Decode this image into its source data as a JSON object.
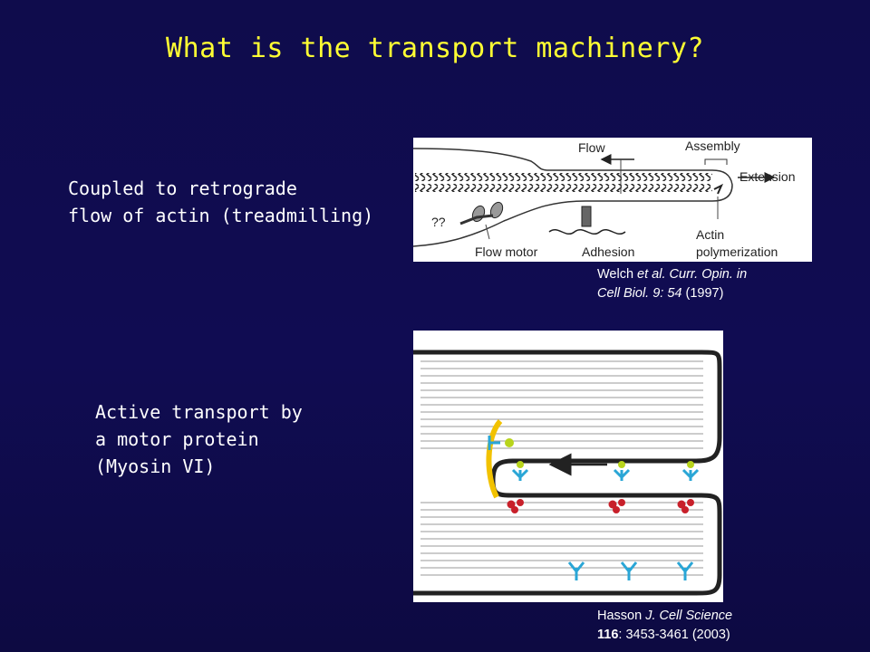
{
  "slide": {
    "title": "What is the transport machinery?",
    "text1": [
      "Coupled to retrograde",
      "flow of actin (treadmilling)"
    ],
    "text2": [
      "Active transport by",
      "a motor protein",
      "(Myosin VI)"
    ],
    "figure1": {
      "labels": {
        "flow": "Flow",
        "assembly": "Assembly",
        "extension": "Extension",
        "unknown": "??",
        "flow_motor": "Flow motor",
        "adhesion": "Adhesion",
        "actin": "Actin",
        "polymerization": "polymerization"
      }
    },
    "citation1": {
      "author": "Welch",
      "etal": " et al.",
      "journal_a": "  Curr. Opin. in",
      "journal_b": "Cell Biol. 9: 54",
      "year": " (1997)"
    },
    "citation2": {
      "author": "Hasson",
      "journal": "  J. Cell Science",
      "volume": "116",
      "pages": ": 3453-3461 (2003)"
    }
  },
  "colors": {
    "background": "#100c52",
    "title": "#ffff33",
    "text": "#ffffff",
    "yellow_cargo": "#f2c200",
    "receptor_blue": "#2aa6d6",
    "motor_red": "#c8202a",
    "cargo_green": "#b8d41c"
  }
}
